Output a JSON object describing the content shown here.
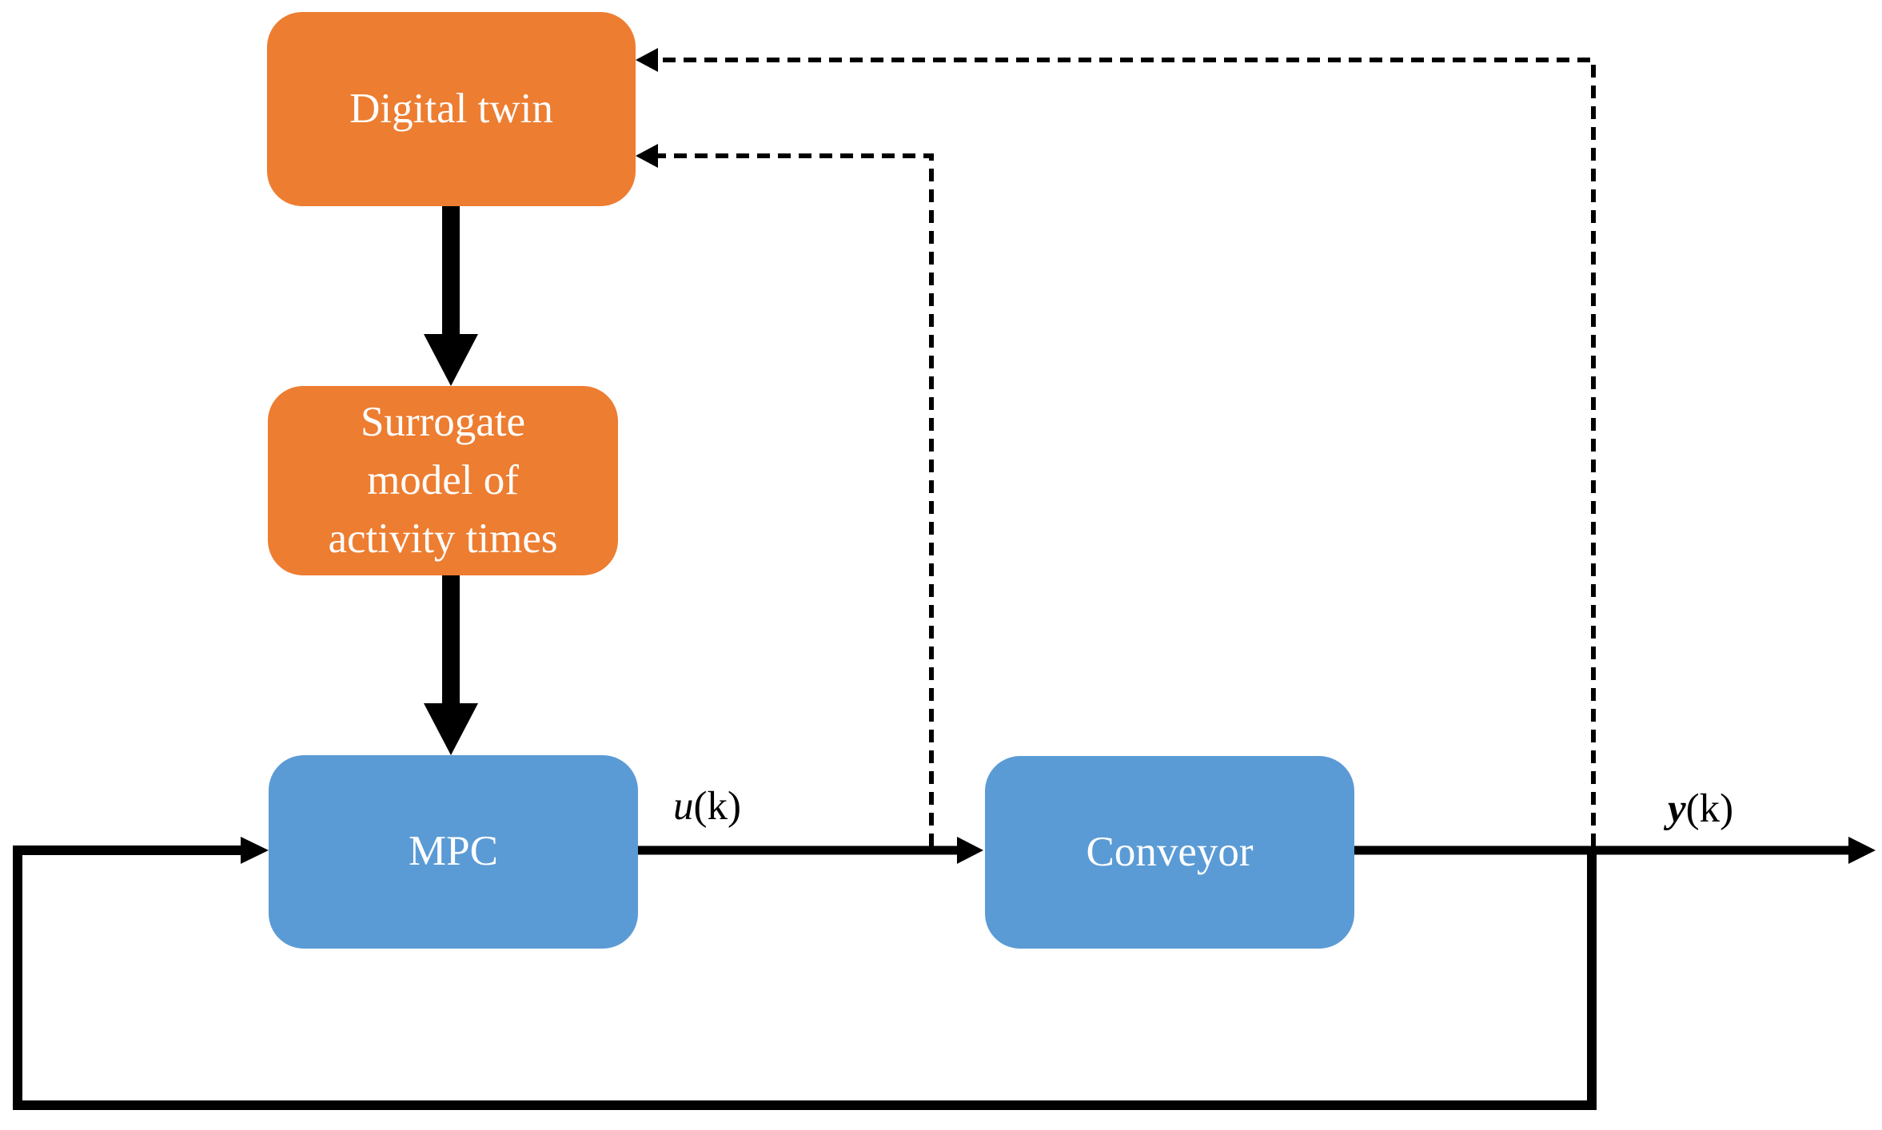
{
  "diagram": {
    "title": "MPC with digital-twin surrogate model control loop",
    "nodes": {
      "digital_twin": {
        "label": "Digital twin",
        "fill": "#ED7D31",
        "text_color": "#FFFFFF"
      },
      "surrogate": {
        "label": "Surrogate model of activity times",
        "lines": [
          "Surrogate",
          "model of",
          "activity times"
        ],
        "fill": "#ED7D31",
        "text_color": "#FFFFFF"
      },
      "mpc": {
        "label": "MPC",
        "fill": "#5B9BD5",
        "text_color": "#FFFFFF"
      },
      "conveyor": {
        "label": "Conveyor",
        "fill": "#5B9BD5",
        "text_color": "#FFFFFF"
      }
    },
    "signals": {
      "u": {
        "var": "u",
        "suffix": "(k)",
        "full": "u(k)"
      },
      "y": {
        "var": "y",
        "suffix": "(k)",
        "full": "y(k)"
      }
    },
    "edges": [
      {
        "from": "digital_twin",
        "to": "surrogate",
        "style": "thick-solid-arrow"
      },
      {
        "from": "surrogate",
        "to": "mpc",
        "style": "thick-solid-arrow"
      },
      {
        "from": "mpc",
        "to": "conveyor",
        "style": "solid-arrow",
        "label": "u(k)"
      },
      {
        "from": "conveyor",
        "to": "output",
        "style": "solid-arrow",
        "label": "y(k)"
      },
      {
        "from": "y(k)",
        "to": "mpc",
        "style": "solid-feedback-loop"
      },
      {
        "from": "y(k)",
        "to": "digital_twin",
        "style": "dashed-arrow"
      },
      {
        "from": "u(k)",
        "to": "digital_twin",
        "style": "dashed-arrow"
      }
    ],
    "colors": {
      "orange": "#ED7D31",
      "blue": "#5B9BD5",
      "line": "#000000",
      "background": "#FFFFFF",
      "node_text": "#FFFFFF"
    }
  }
}
